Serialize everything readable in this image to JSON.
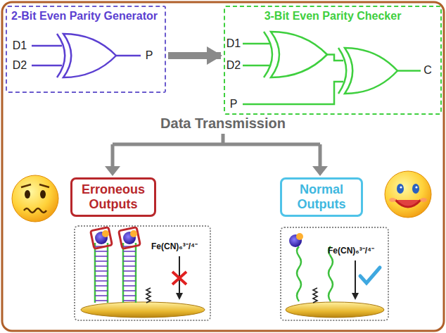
{
  "diagram": {
    "nodes": [
      {
        "text": [
          "2-Bit Even Parity Generator"
        ]
      },
      {
        "text": [
          "3-Bit Even Parity Checker"
        ]
      },
      {
        "text": [
          "Erroneous Outputs"
        ]
      },
      {
        "text": [
          "Normal Outputs"
        ]
      },
      {
        "text": [
          "Fe(CN)₆³⁻/⁴⁻"
        ]
      },
      {
        "text": [
          "Fe(CN)₆³⁻/⁴⁻"
        ]
      }
    ],
    "edges": [
      {
        "from": 0,
        "to": 1,
        "arrow": "to"
      }
    ],
    "labels": [
      "D1",
      "D2",
      "P",
      "D1",
      "D2",
      "P",
      "C",
      "Data Transmission"
    ]
  }
}
